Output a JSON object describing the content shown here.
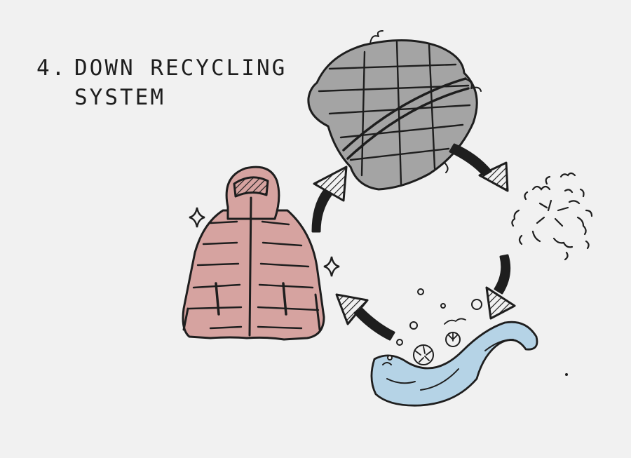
{
  "title": {
    "number": "4.",
    "line1": "DOWN RECYCLING",
    "line2": "SYSTEM"
  },
  "stages": [
    {
      "id": "pink-jacket",
      "description": "new down jacket"
    },
    {
      "id": "grey-jacket",
      "description": "used down jacket"
    },
    {
      "id": "loose-down",
      "description": "extracted down feathers"
    },
    {
      "id": "washing",
      "description": "down being washed"
    }
  ],
  "colors": {
    "background": "#f1f1f1",
    "ink": "#1e1e1e",
    "pink_jacket": "#d6a3a0",
    "grey_jacket": "#a4a4a4",
    "water": "#b5d3e6"
  }
}
